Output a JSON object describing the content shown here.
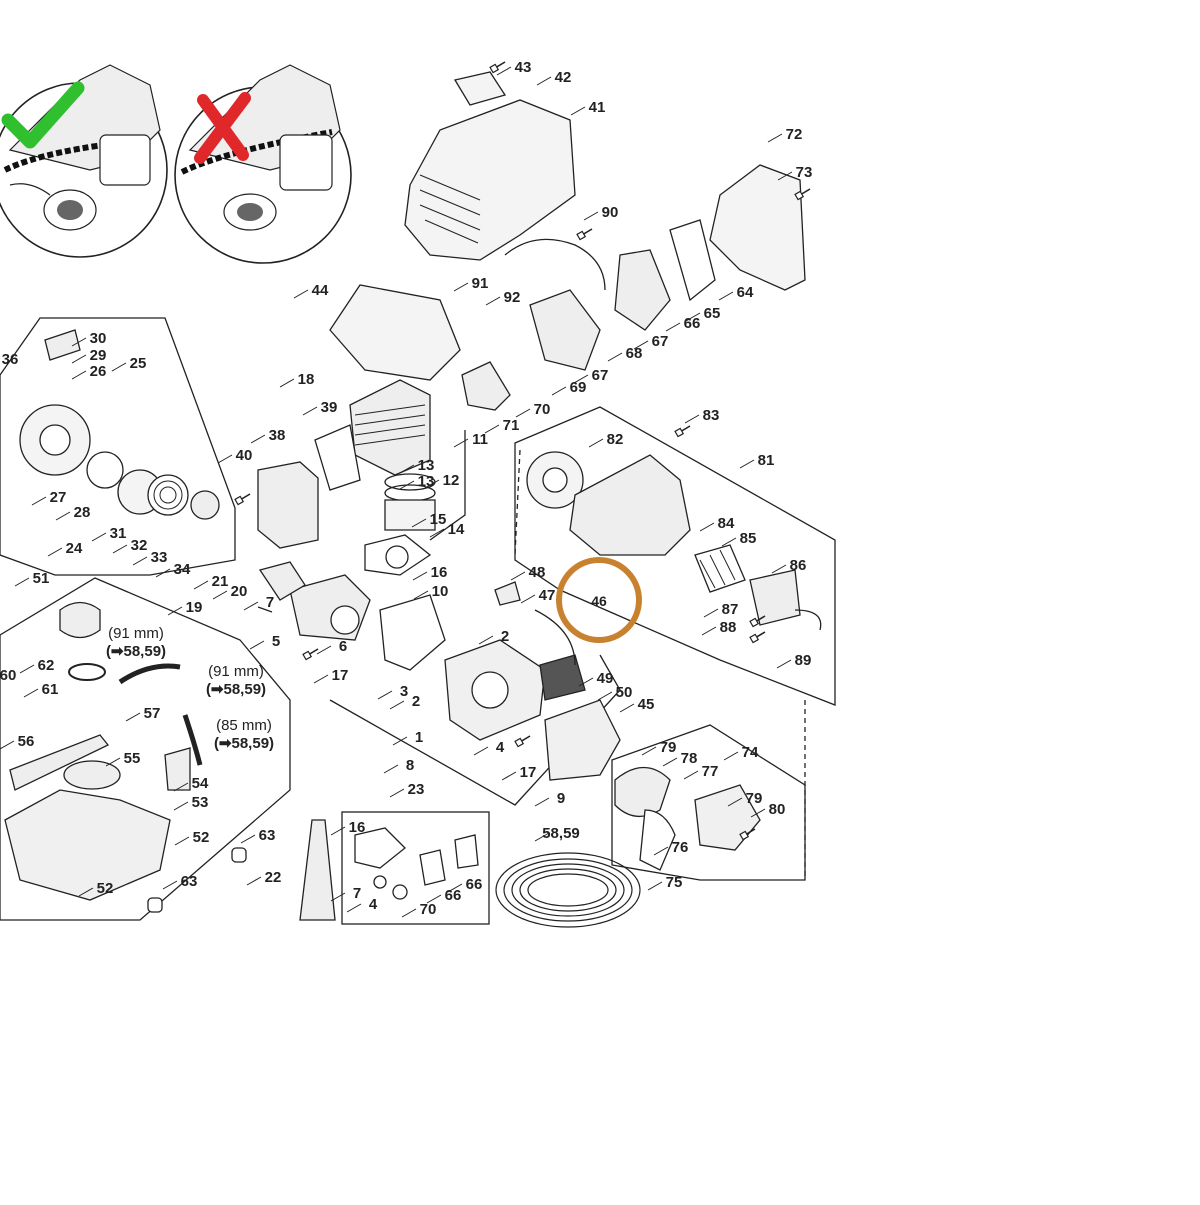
{
  "diagram": {
    "part_labels": [
      "43",
      "42",
      "41",
      "90",
      "72",
      "73",
      "91",
      "92",
      "64",
      "66",
      "65",
      "67",
      "68",
      "67",
      "69",
      "44",
      "18",
      "70",
      "71",
      "39",
      "11",
      "38",
      "40",
      "13",
      "13",
      "12",
      "15",
      "14",
      "16",
      "10",
      "21",
      "20",
      "19",
      "7",
      "5",
      "6",
      "17",
      "36",
      "30",
      "29",
      "26",
      "25",
      "27",
      "28",
      "31",
      "32",
      "33",
      "34",
      "24",
      "51",
      "62",
      "61",
      "60",
      "57",
      "56",
      "55",
      "54",
      "53",
      "52",
      "52",
      "63",
      "63",
      "22",
      "83",
      "82",
      "81",
      "84",
      "85",
      "86",
      "87",
      "88",
      "89",
      "48",
      "47",
      "2",
      "3",
      "2",
      "1",
      "49",
      "50",
      "45",
      "4",
      "17",
      "8",
      "9",
      "79",
      "78",
      "77",
      "74",
      "79",
      "80",
      "76",
      "75",
      "23",
      "16",
      "7",
      "4",
      "70",
      "66",
      "66",
      "58,59"
    ],
    "hose_notes": [
      {
        "length": "(91 mm)",
        "ref": "(➡58,59)"
      },
      {
        "length": "(91 mm)",
        "ref": "(➡58,59)"
      },
      {
        "length": "(85 mm)",
        "ref": "(➡58,59)"
      }
    ],
    "highlight": {
      "label": "46",
      "color": "#c8822f"
    },
    "correct_mark_color": "#2fbf2f",
    "incorrect_mark_color": "#e0282a"
  }
}
